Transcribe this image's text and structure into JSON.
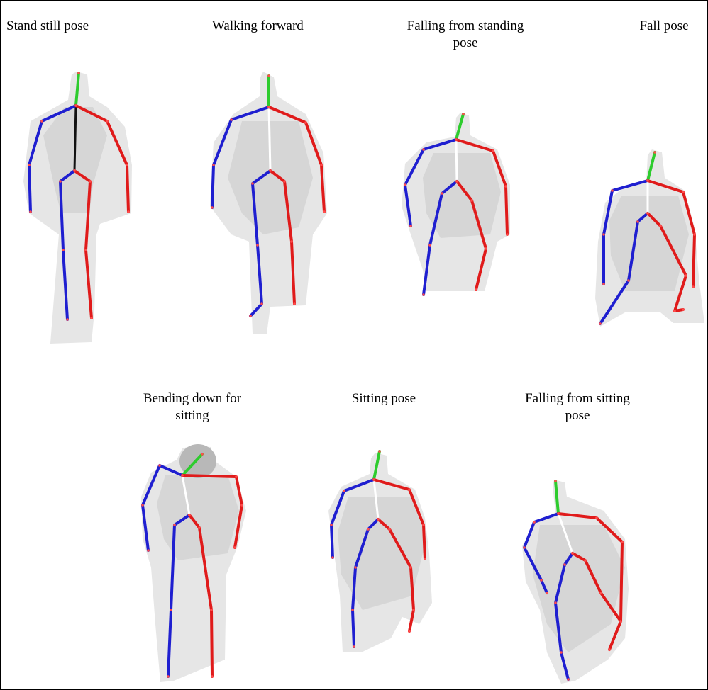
{
  "figure": {
    "panels": [
      {
        "id": "stand-still",
        "caption_lines": [
          "Stand still pose"
        ]
      },
      {
        "id": "walking-forward",
        "caption_lines": [
          "Walking forward"
        ]
      },
      {
        "id": "falling-from-standing",
        "caption_lines": [
          "Falling  from standing",
          "pose"
        ]
      },
      {
        "id": "fall-pose",
        "caption_lines": [
          "Fall pose"
        ]
      },
      {
        "id": "bending-down",
        "caption_lines": [
          "Bending down for",
          "sitting"
        ]
      },
      {
        "id": "sitting-pose",
        "caption_lines": [
          "Sitting pose"
        ]
      },
      {
        "id": "falling-from-sitting",
        "caption_lines": [
          "Falling from sitting",
          "pose"
        ]
      }
    ],
    "colors": {
      "left_limb": "#1f1fd0",
      "right_limb": "#e01b1b",
      "head_neck": "#2ecc2e",
      "spine": "#ffffff",
      "joint": "#ff4d4d",
      "silhouette_light": "#e6e6e6",
      "silhouette_dark": "#cfcfcf"
    }
  }
}
